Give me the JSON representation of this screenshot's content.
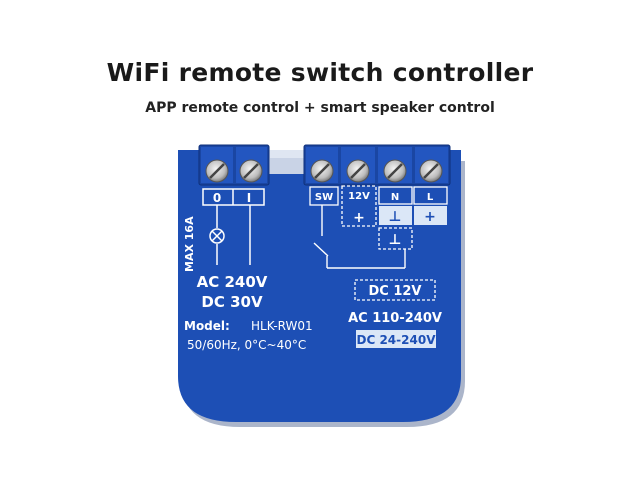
{
  "header": {
    "title": "WiFi remote switch controller",
    "subtitle": "APP remote control + smart speaker control"
  },
  "device": {
    "body_color": "#1d4fb5",
    "terminal_labels": {
      "t0": "0",
      "t1": "I",
      "sw": "SW",
      "v12": "12V",
      "n": "N",
      "l": "L"
    },
    "polarity": {
      "v12": "+",
      "n_top": "⊥",
      "n_bottom": "⊥",
      "l": "+"
    },
    "max_rating": "MAX 16A",
    "output_rating_ac": "AC 240V",
    "output_rating_dc": "DC 30V",
    "model_label": "Model:",
    "model_value": "HLK-RW01",
    "specs": "50/60Hz, 0°C~40°C",
    "input_dc": "DC 12V",
    "input_ac": "AC 110-240V",
    "input_dc_range": "DC 24-240V"
  }
}
